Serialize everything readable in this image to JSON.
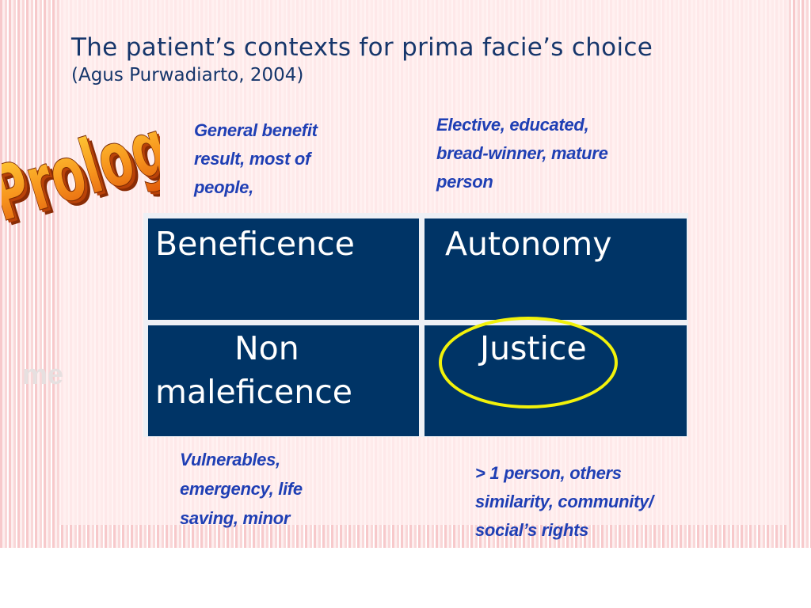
{
  "slide": {
    "title": "The patient’s contexts for prima facie’s choice",
    "subtitle": "(Agus Purwadiarto, 2004)",
    "logo_word": "Prolog",
    "watermark": "me"
  },
  "notes": {
    "beneficence": [
      "General benefit",
      "result, most of",
      "people,"
    ],
    "autonomy": [
      "Elective, educated,",
      "bread-winner, mature",
      "person"
    ],
    "non_maleficence": [
      "Vulnerables,",
      "emergency, life",
      "saving, minor"
    ],
    "justice": [
      "> 1 person, others",
      "similarity, community/",
      "social’s rights"
    ]
  },
  "grid": {
    "beneficence": "Beneficence",
    "autonomy": "Autonomy",
    "non_maleficence_line1": "Non",
    "non_maleficence_line2": "maleficence",
    "justice": "Justice"
  },
  "colors": {
    "title": "#16366b",
    "cell_background": "#003466",
    "note_text": "#1f3fb4",
    "highlight": "#f2f20a",
    "logo_fill": "#f08a10"
  }
}
